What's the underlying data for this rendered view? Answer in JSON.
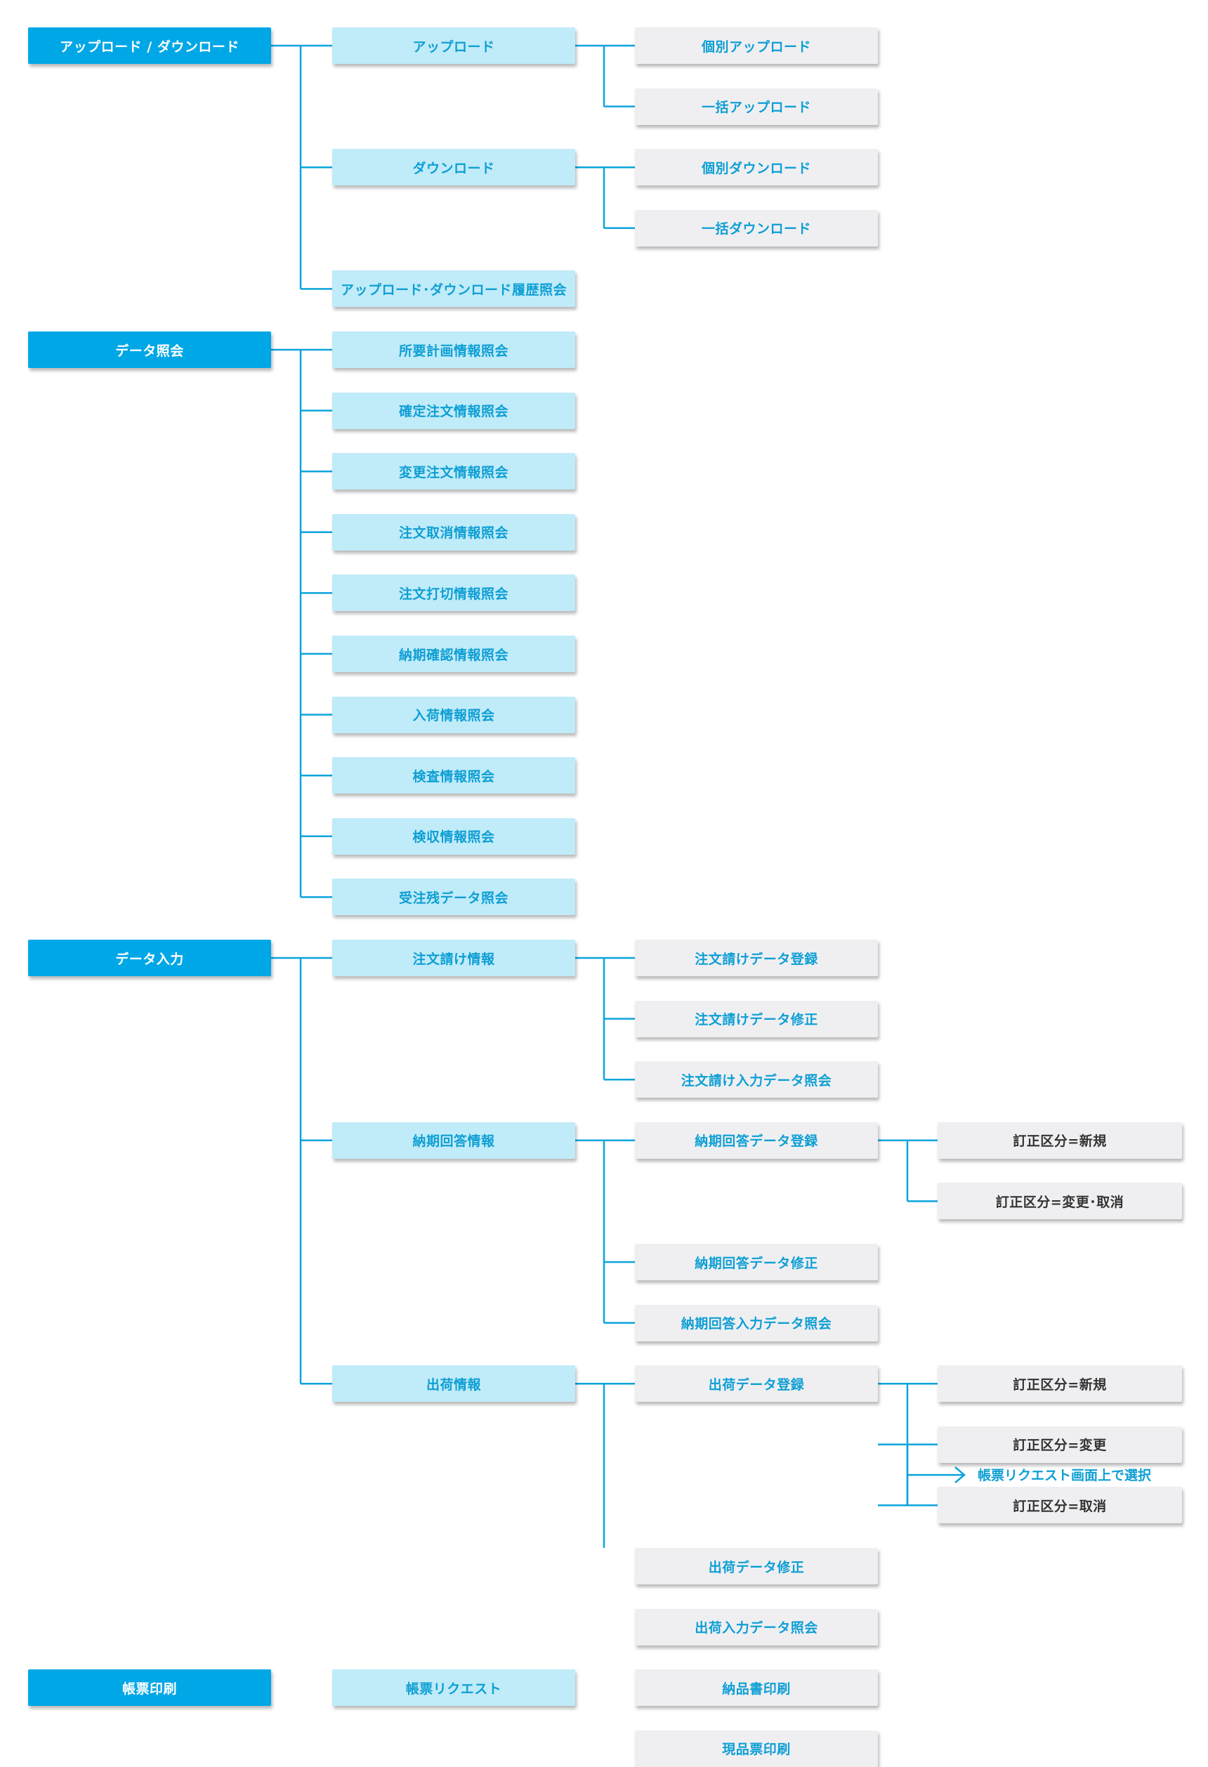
{
  "groups": [
    {
      "label": "アップロード / ダウンロード",
      "children": [
        {
          "label": "アップロード",
          "children": [
            {
              "label": "個別アップロード"
            },
            {
              "label": "一括アップロード"
            }
          ]
        },
        {
          "label": "ダウンロード",
          "children": [
            {
              "label": "個別ダウンロード"
            },
            {
              "label": "一括ダウンロード"
            }
          ]
        },
        {
          "label": "アップロード･ダウンロード履歴照会"
        }
      ]
    },
    {
      "label": "データ照会",
      "children": [
        {
          "label": "所要計画情報照会"
        },
        {
          "label": "確定注文情報照会"
        },
        {
          "label": "変更注文情報照会"
        },
        {
          "label": "注文取消情報照会"
        },
        {
          "label": "注文打切情報照会"
        },
        {
          "label": "納期確認情報照会"
        },
        {
          "label": "入荷情報照会"
        },
        {
          "label": "検査情報照会"
        },
        {
          "label": "検収情報照会"
        },
        {
          "label": "受注残データ照会"
        }
      ]
    },
    {
      "label": "データ入力",
      "children": [
        {
          "label": "注文請け情報",
          "children": [
            {
              "label": "注文請けデータ登録"
            },
            {
              "label": "注文請けデータ修正"
            },
            {
              "label": "注文請け入力データ照会"
            }
          ]
        },
        {
          "label": "納期回答情報",
          "children": [
            {
              "label": "納期回答データ登録",
              "children": [
                {
                  "label": "訂正区分=新規"
                },
                {
                  "label": "訂正区分=変更･取消"
                }
              ]
            },
            {
              "label": "納期回答データ修正"
            },
            {
              "label": "納期回答入力データ照会"
            }
          ]
        },
        {
          "label": "出荷情報",
          "children": [
            {
              "label": "出荷データ登録",
              "children": [
                {
                  "label": "訂正区分=新規"
                },
                {
                  "label": "訂正区分=変更"
                },
                {
                  "label": "訂正区分=取消"
                }
              ]
            },
            {
              "label": "出荷データ修正"
            },
            {
              "label": "出荷入力データ照会"
            }
          ]
        }
      ]
    },
    {
      "label": "帳票印刷",
      "children": [
        {
          "label": "帳票リクエスト",
          "children": [
            {
              "label": "納品書印刷"
            },
            {
              "label": "現品票印刷"
            }
          ]
        }
      ]
    }
  ],
  "note": "帳票リクエスト画面上で選択",
  "colors": {
    "level1_bg": "#00a7e6",
    "level2_bg": "#c0ebf9",
    "leaf_bg": "#efeff2",
    "accent_text": "#0e9fd4",
    "connector": "#0ba4dc"
  }
}
